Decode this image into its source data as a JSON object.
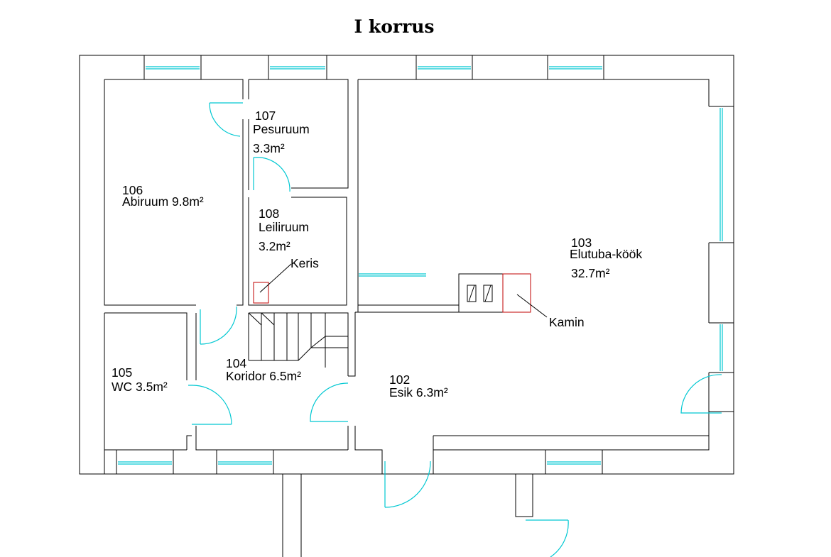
{
  "title": "I korrus",
  "rooms": [
    {
      "id": "room-107",
      "number": "107",
      "name": "Pesuruum",
      "area": "3.3m²"
    },
    {
      "id": "room-106",
      "number": "106",
      "name": "Abiruum 9.8m²",
      "area": ""
    },
    {
      "id": "room-108",
      "number": "108",
      "name": "Leiliruum",
      "area": "3.2m²"
    },
    {
      "id": "room-103",
      "number": "103",
      "name": "Elutuba-köök",
      "area": "32.7m²"
    },
    {
      "id": "room-105",
      "number": "105",
      "name": "WC 3.5m²",
      "area": ""
    },
    {
      "id": "room-104",
      "number": "104",
      "name": "Koridor 6.5m²",
      "area": ""
    },
    {
      "id": "room-102",
      "number": "102",
      "name": "Esik 6.3m²",
      "area": ""
    }
  ],
  "annotations": {
    "keris": "Keris",
    "kamin": "Kamin"
  },
  "colors": {
    "walls": "#000000",
    "windows_doors": "#00c8d2",
    "heaters": "#c00000"
  }
}
